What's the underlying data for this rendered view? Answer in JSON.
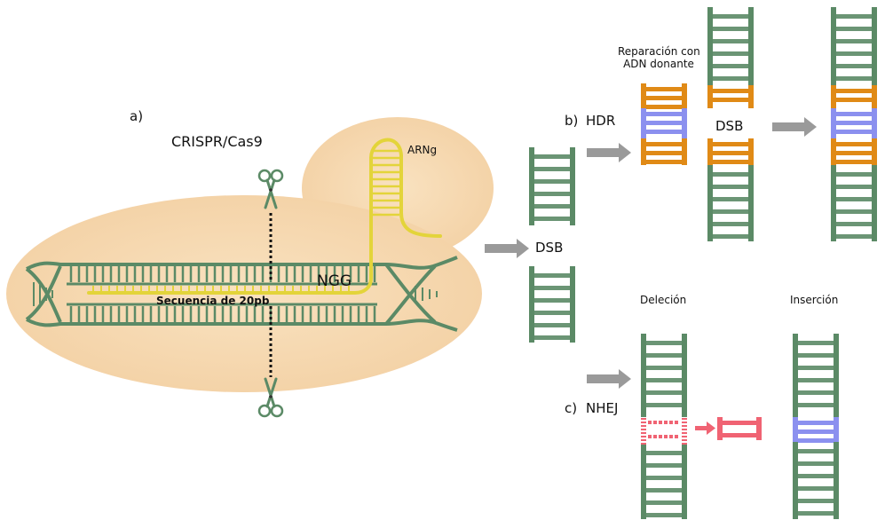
{
  "panel_a": {
    "letter": "a)",
    "title": "CRISPR/Cas9",
    "guide_rna": "ARNg",
    "pam": "NGG",
    "sequence": "Secuencia de 20pb"
  },
  "center": {
    "dsb": "DSB"
  },
  "panel_b": {
    "letter": "b)",
    "title": "HDR",
    "donor_label_line1": "Reparación con",
    "donor_label_line2": "ADN donante",
    "dsb": "DSB"
  },
  "panel_c": {
    "letter": "c)",
    "title": "NHEJ",
    "deletion": "Deleción",
    "insertion": "Inserción"
  },
  "colors": {
    "ladder_green": "#5b8a66",
    "cas9_blob": "#f6d9b0",
    "guide_yellow": "#e3d43a",
    "donor_orange": "#e08a16",
    "insert_blue": "#8b90ef",
    "deletion_red": "#f06373",
    "arrow_gray": "#9a9a9a"
  }
}
